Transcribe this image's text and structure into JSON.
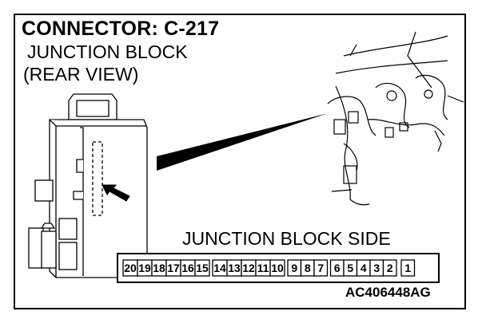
{
  "title": {
    "connector": "CONNECTOR: C-217",
    "line2": "JUNCTION BLOCK",
    "line3": "(REAR VIEW)"
  },
  "connector_side_label": "JUNCTION BLOCK SIDE",
  "pins": [
    "20",
    "19",
    "18",
    "17",
    "16",
    "15",
    "14",
    "13",
    "12",
    "11",
    "10",
    "9",
    "8",
    "7",
    "6",
    "5",
    "4",
    "3",
    "2",
    "1"
  ],
  "figure_code": "AC406448AG"
}
